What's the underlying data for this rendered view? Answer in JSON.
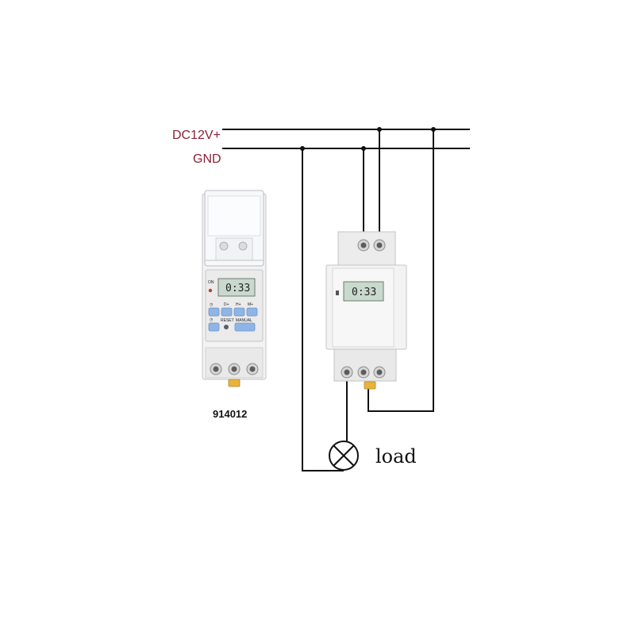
{
  "supply": {
    "positive_label": "DC12V+",
    "ground_label": "GND"
  },
  "device": {
    "model_label": "914012",
    "display_time": "0:33",
    "button_labels": [
      "ON",
      "D+",
      "H+",
      "M+",
      "RESET",
      "MANUAL"
    ]
  },
  "load": {
    "label": "load",
    "icon": "lamp-icon"
  },
  "colors": {
    "supply_label": "#8a2236",
    "wire": "#111111",
    "button": "#8fb4e6",
    "lcd": "#c9d9ce",
    "din_clip": "#e6b43a"
  }
}
